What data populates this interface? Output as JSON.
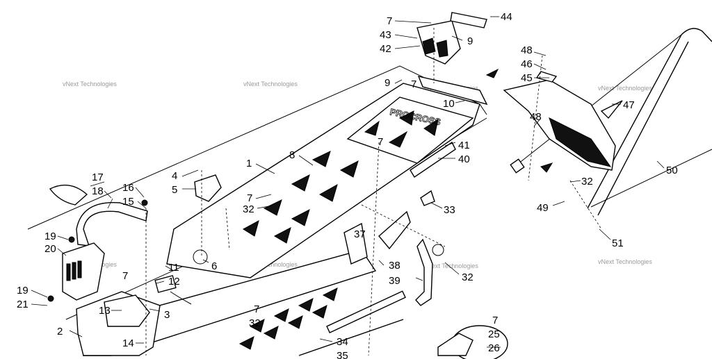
{
  "watermark": "vNext Technologies",
  "decal_text": "PROCROSS",
  "callouts": [
    "1",
    "2",
    "3",
    "4",
    "5",
    "6",
    "7",
    "8",
    "9",
    "10",
    "11",
    "12",
    "13",
    "14",
    "15",
    "16",
    "17",
    "18",
    "19",
    "20",
    "21",
    "25",
    "26",
    "32",
    "33",
    "34",
    "35",
    "37",
    "38",
    "39",
    "40",
    "41",
    "42",
    "43",
    "44",
    "45",
    "46",
    "47",
    "48",
    "49",
    "50",
    "51"
  ]
}
